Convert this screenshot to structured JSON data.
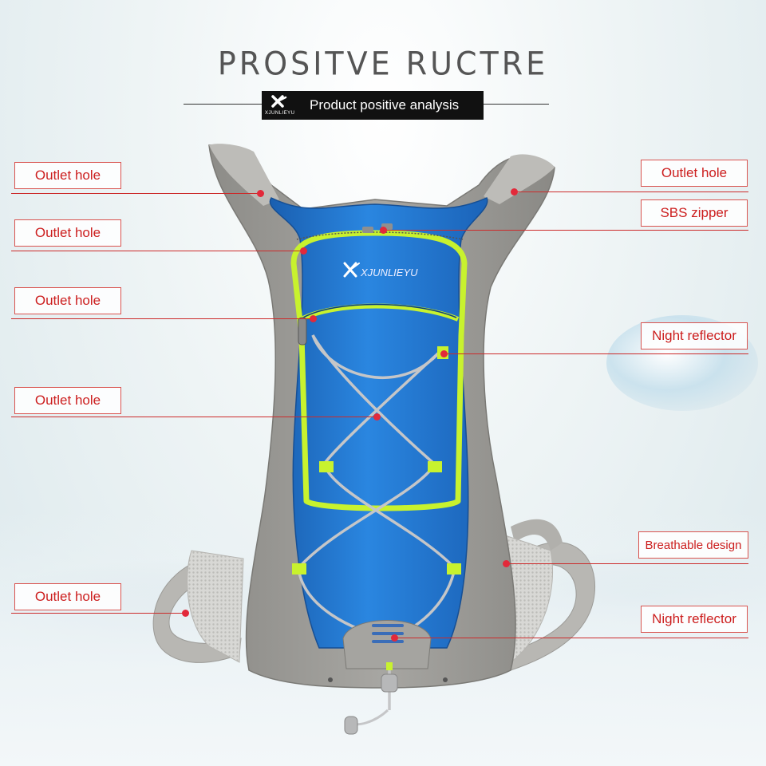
{
  "title": "PROSITVE RUCTRE",
  "banner": {
    "text": "Product positive analysis",
    "logo": "XJUNLIEYU"
  },
  "backpack_logo": "XJUNLIEYU",
  "labels_left": [
    "Outlet hole",
    "Outlet hole",
    "Outlet hole",
    "Outlet hole",
    "Outlet hole"
  ],
  "labels_right": [
    "Outlet hole",
    "SBS zipper",
    "Night reflector",
    "Breathable design",
    "Night reflector"
  ],
  "colors": {
    "bag_blue": "#1f72c8",
    "accent_green": "#c6f02a",
    "strap_gray": "#a9a8a5",
    "label_red": "#cc1e1e"
  }
}
